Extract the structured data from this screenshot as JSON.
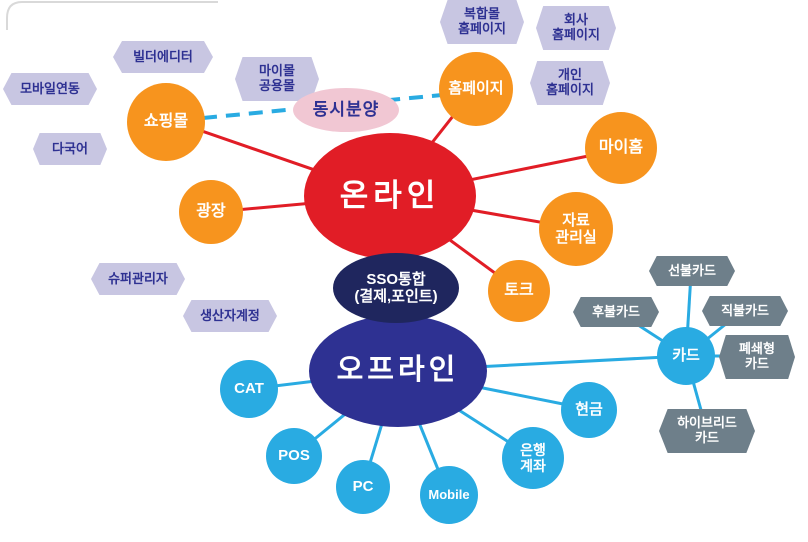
{
  "palette": {
    "online_red": "#e11d26",
    "offline_navy": "#2e3192",
    "sso_navy": "#1f265e",
    "orange_node": "#f7941e",
    "blue_node": "#29abe2",
    "lavender_tag": "#c8c6e2",
    "gray_tag": "#6e7f8a",
    "pink_ellipse": "#f1c7d3",
    "red_line": "#e11d26",
    "blue_line": "#29abe2"
  },
  "central": {
    "online": {
      "label": "온라인"
    },
    "offline": {
      "label": "오프라인"
    },
    "sso": {
      "label": "SSO통합\n(결제,포인트)"
    },
    "simultaneous": {
      "label": "동시분양"
    }
  },
  "online_nodes": [
    {
      "id": "shopping-mall",
      "label": "쇼핑몰"
    },
    {
      "id": "plaza",
      "label": "광장"
    },
    {
      "id": "homepage",
      "label": "홈페이지"
    },
    {
      "id": "myhome",
      "label": "마이홈"
    },
    {
      "id": "library",
      "label": "자료\n관리실"
    },
    {
      "id": "talk",
      "label": "토크"
    }
  ],
  "online_tags": [
    {
      "id": "builder-editor",
      "label": "빌더에디터"
    },
    {
      "id": "mymall-shared",
      "label": "마이몰\n공용몰"
    },
    {
      "id": "mobile-link",
      "label": "모바일연동"
    },
    {
      "id": "multilingual",
      "label": "다국어"
    },
    {
      "id": "super-admin",
      "label": "슈퍼관리자"
    },
    {
      "id": "producer-account",
      "label": "생산자계정"
    },
    {
      "id": "complex-homepage",
      "label": "복합몰\n홈페이지"
    },
    {
      "id": "company-homepage",
      "label": "회사\n홈페이지"
    },
    {
      "id": "personal-homepage",
      "label": "개인\n홈페이지"
    }
  ],
  "offline_nodes": [
    {
      "id": "cat",
      "label": "CAT"
    },
    {
      "id": "pos",
      "label": "POS"
    },
    {
      "id": "pc",
      "label": "PC"
    },
    {
      "id": "mobile",
      "label": "Mobile"
    },
    {
      "id": "bank-account",
      "label": "은행\n계좌"
    },
    {
      "id": "cash",
      "label": "현금"
    },
    {
      "id": "card",
      "label": "카드"
    }
  ],
  "card_tags": [
    {
      "id": "prepaid-card",
      "label": "선불카드"
    },
    {
      "id": "postpaid-card",
      "label": "후불카드"
    },
    {
      "id": "debit-card",
      "label": "직불카드"
    },
    {
      "id": "closed-card",
      "label": "폐쇄형\n카드"
    },
    {
      "id": "hybrid-card",
      "label": "하이브리드\n카드"
    }
  ],
  "edges": {
    "online_to": [
      "쇼핑몰",
      "광장",
      "홈페이지",
      "마이홈",
      "자료관리실",
      "토크"
    ],
    "offline_to": [
      "CAT",
      "POS",
      "PC",
      "Mobile",
      "은행계좌",
      "현금",
      "카드"
    ],
    "card_to": [
      "선불카드",
      "후불카드",
      "직불카드",
      "폐쇄형카드",
      "하이브리드카드"
    ],
    "dashed_link": [
      "쇼핑몰",
      "동시분양",
      "홈페이지"
    ]
  }
}
